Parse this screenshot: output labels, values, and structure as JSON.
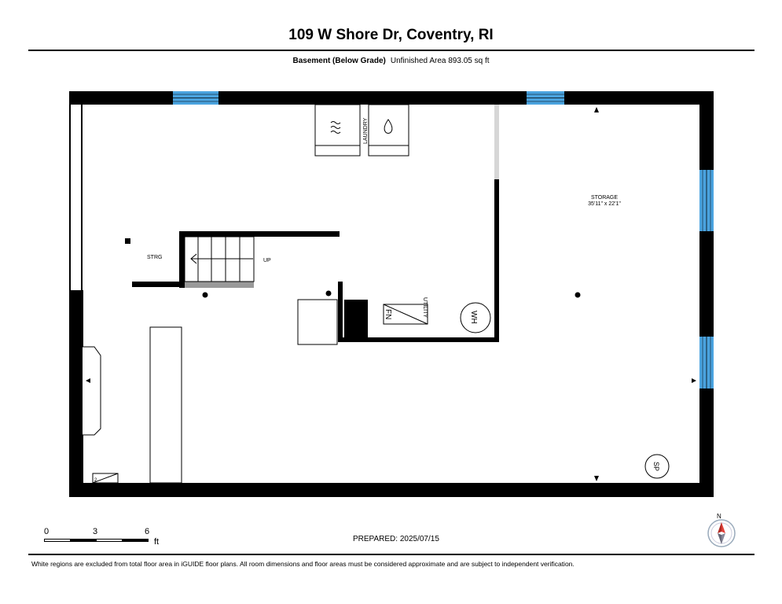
{
  "header": {
    "title": "109 W Shore Dr, Coventry, RI",
    "level_name": "Basement (Below Grade)",
    "area_text": "Unfinished Area 893.05 sq ft"
  },
  "rooms": {
    "storage_name": "STORAGE",
    "storage_dims": "35'11\" x 22'1\"",
    "strg": "STRG",
    "up": "UP",
    "laundry": "LAUNDRY",
    "utility": "UTILITY"
  },
  "fixtures": {
    "furnace": "FN",
    "water_heater": "WH",
    "sump_pump": "SP",
    "small_label": "2"
  },
  "scale": {
    "tick_0": "0",
    "tick_3": "3",
    "tick_6": "6",
    "unit": "ft"
  },
  "footer": {
    "prepared": "PREPARED: 2025/07/15",
    "disclaimer": "White regions are excluded from total floor area in iGUIDE floor plans. All room dimensions and floor areas must be considered approximate and are subject to independent verification."
  },
  "compass": {
    "north_label": "N"
  },
  "colors": {
    "wall": "#000000",
    "window": "#4aa3df",
    "stair_fill": "#999999",
    "compass_red": "#e0413a"
  }
}
